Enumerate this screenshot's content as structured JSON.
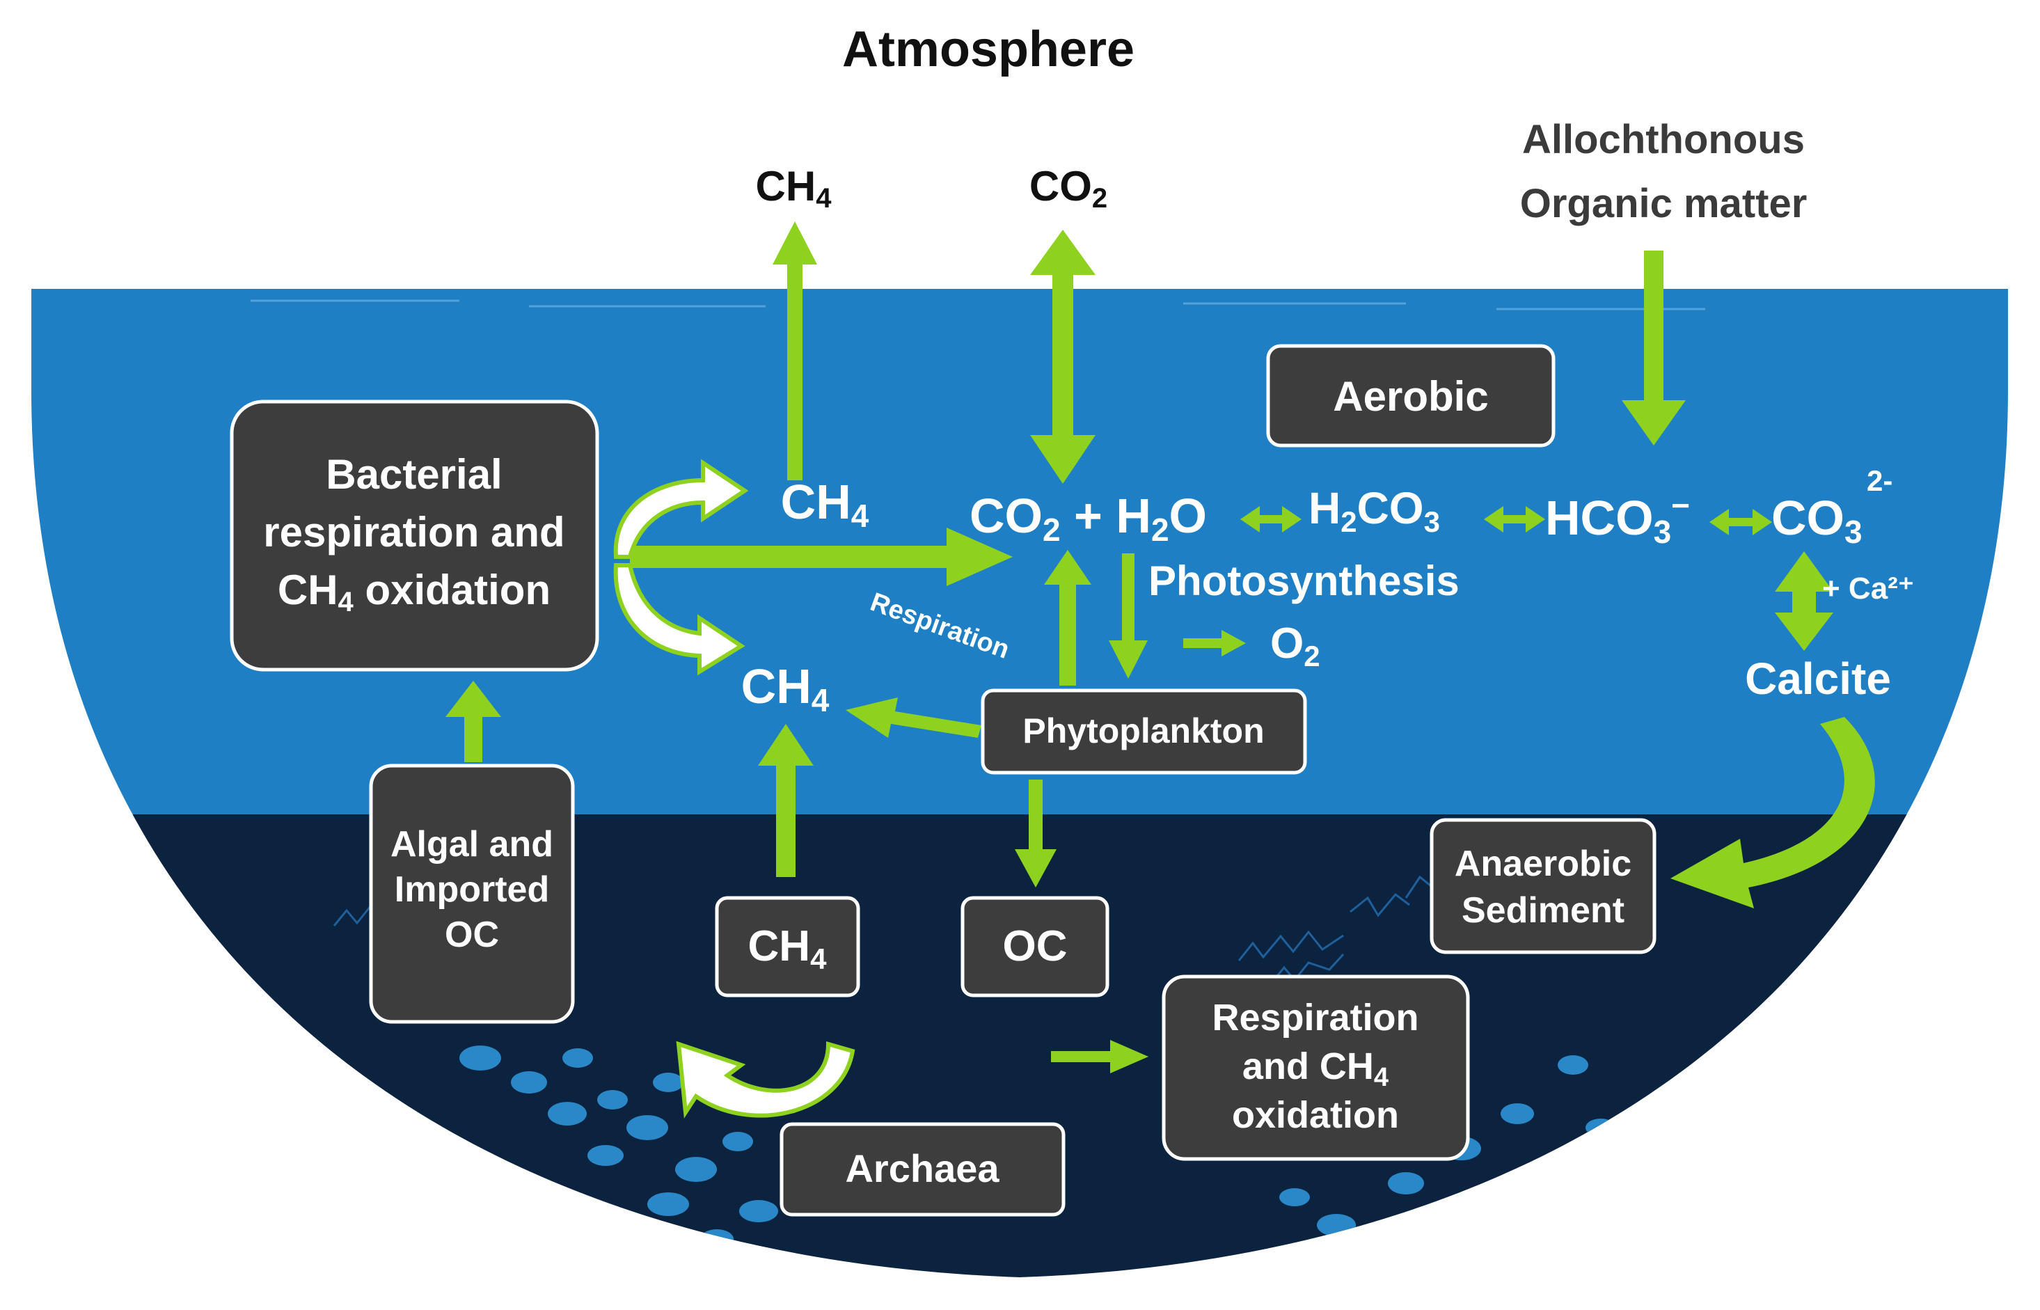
{
  "atmosphere": {
    "title": "Atmosphere",
    "ch4": {
      "main": "CH",
      "sub": "4"
    },
    "co2": {
      "main": "CO",
      "sub": "2"
    },
    "allochthonous": [
      "Allochthonous",
      "Organic matter"
    ]
  },
  "boxes": {
    "bacterial": [
      "Bacterial",
      "respiration and",
      "CH",
      "4",
      " oxidation"
    ],
    "aerobic": "Aerobic",
    "phytoplankton": "Phytoplankton",
    "algal": [
      "Algal and",
      "Imported",
      "OC"
    ],
    "ch4_sediment": {
      "main": "CH",
      "sub": "4"
    },
    "oc_sediment": "OC",
    "anaerobic": [
      "Anaerobic",
      "Sediment"
    ],
    "respiration_oxidation": [
      "Respiration",
      "and CH",
      "4",
      "oxidation"
    ],
    "archaea": "Archaea"
  },
  "water": {
    "ch4_upper": {
      "main": "CH",
      "sub": "4"
    },
    "ch4_lower": {
      "main": "CH",
      "sub": "4"
    },
    "equation": {
      "co2": "CO",
      "co2_sub": "2",
      "plus": " + ",
      "h2o_h": "H",
      "h2o_sub": "2",
      "h2o_o": "O",
      "h2co3_h": "H",
      "h2co3_sub1": "2",
      "h2co3_co": "CO",
      "h2co3_sub2": "3",
      "hco3": "HCO",
      "hco3_sub": "3",
      "hco3_sup": "−",
      "co3": "CO",
      "co3_sub": "3",
      "co3_sup": "2-"
    },
    "photosynthesis": "Photosynthesis",
    "o2": {
      "main": "O",
      "sub": "2"
    },
    "respiration": "Respiration",
    "ca": "+ Ca²⁺",
    "calcite": "Calcite"
  },
  "colors": {
    "water": "#1e7fc4",
    "sediment": "#0c2340",
    "box": "#3d3d3d",
    "arrow": "#8ed21f",
    "text_dark": "#111111",
    "text_gray": "#3b3b3b",
    "pebble": "#2a88c8"
  }
}
